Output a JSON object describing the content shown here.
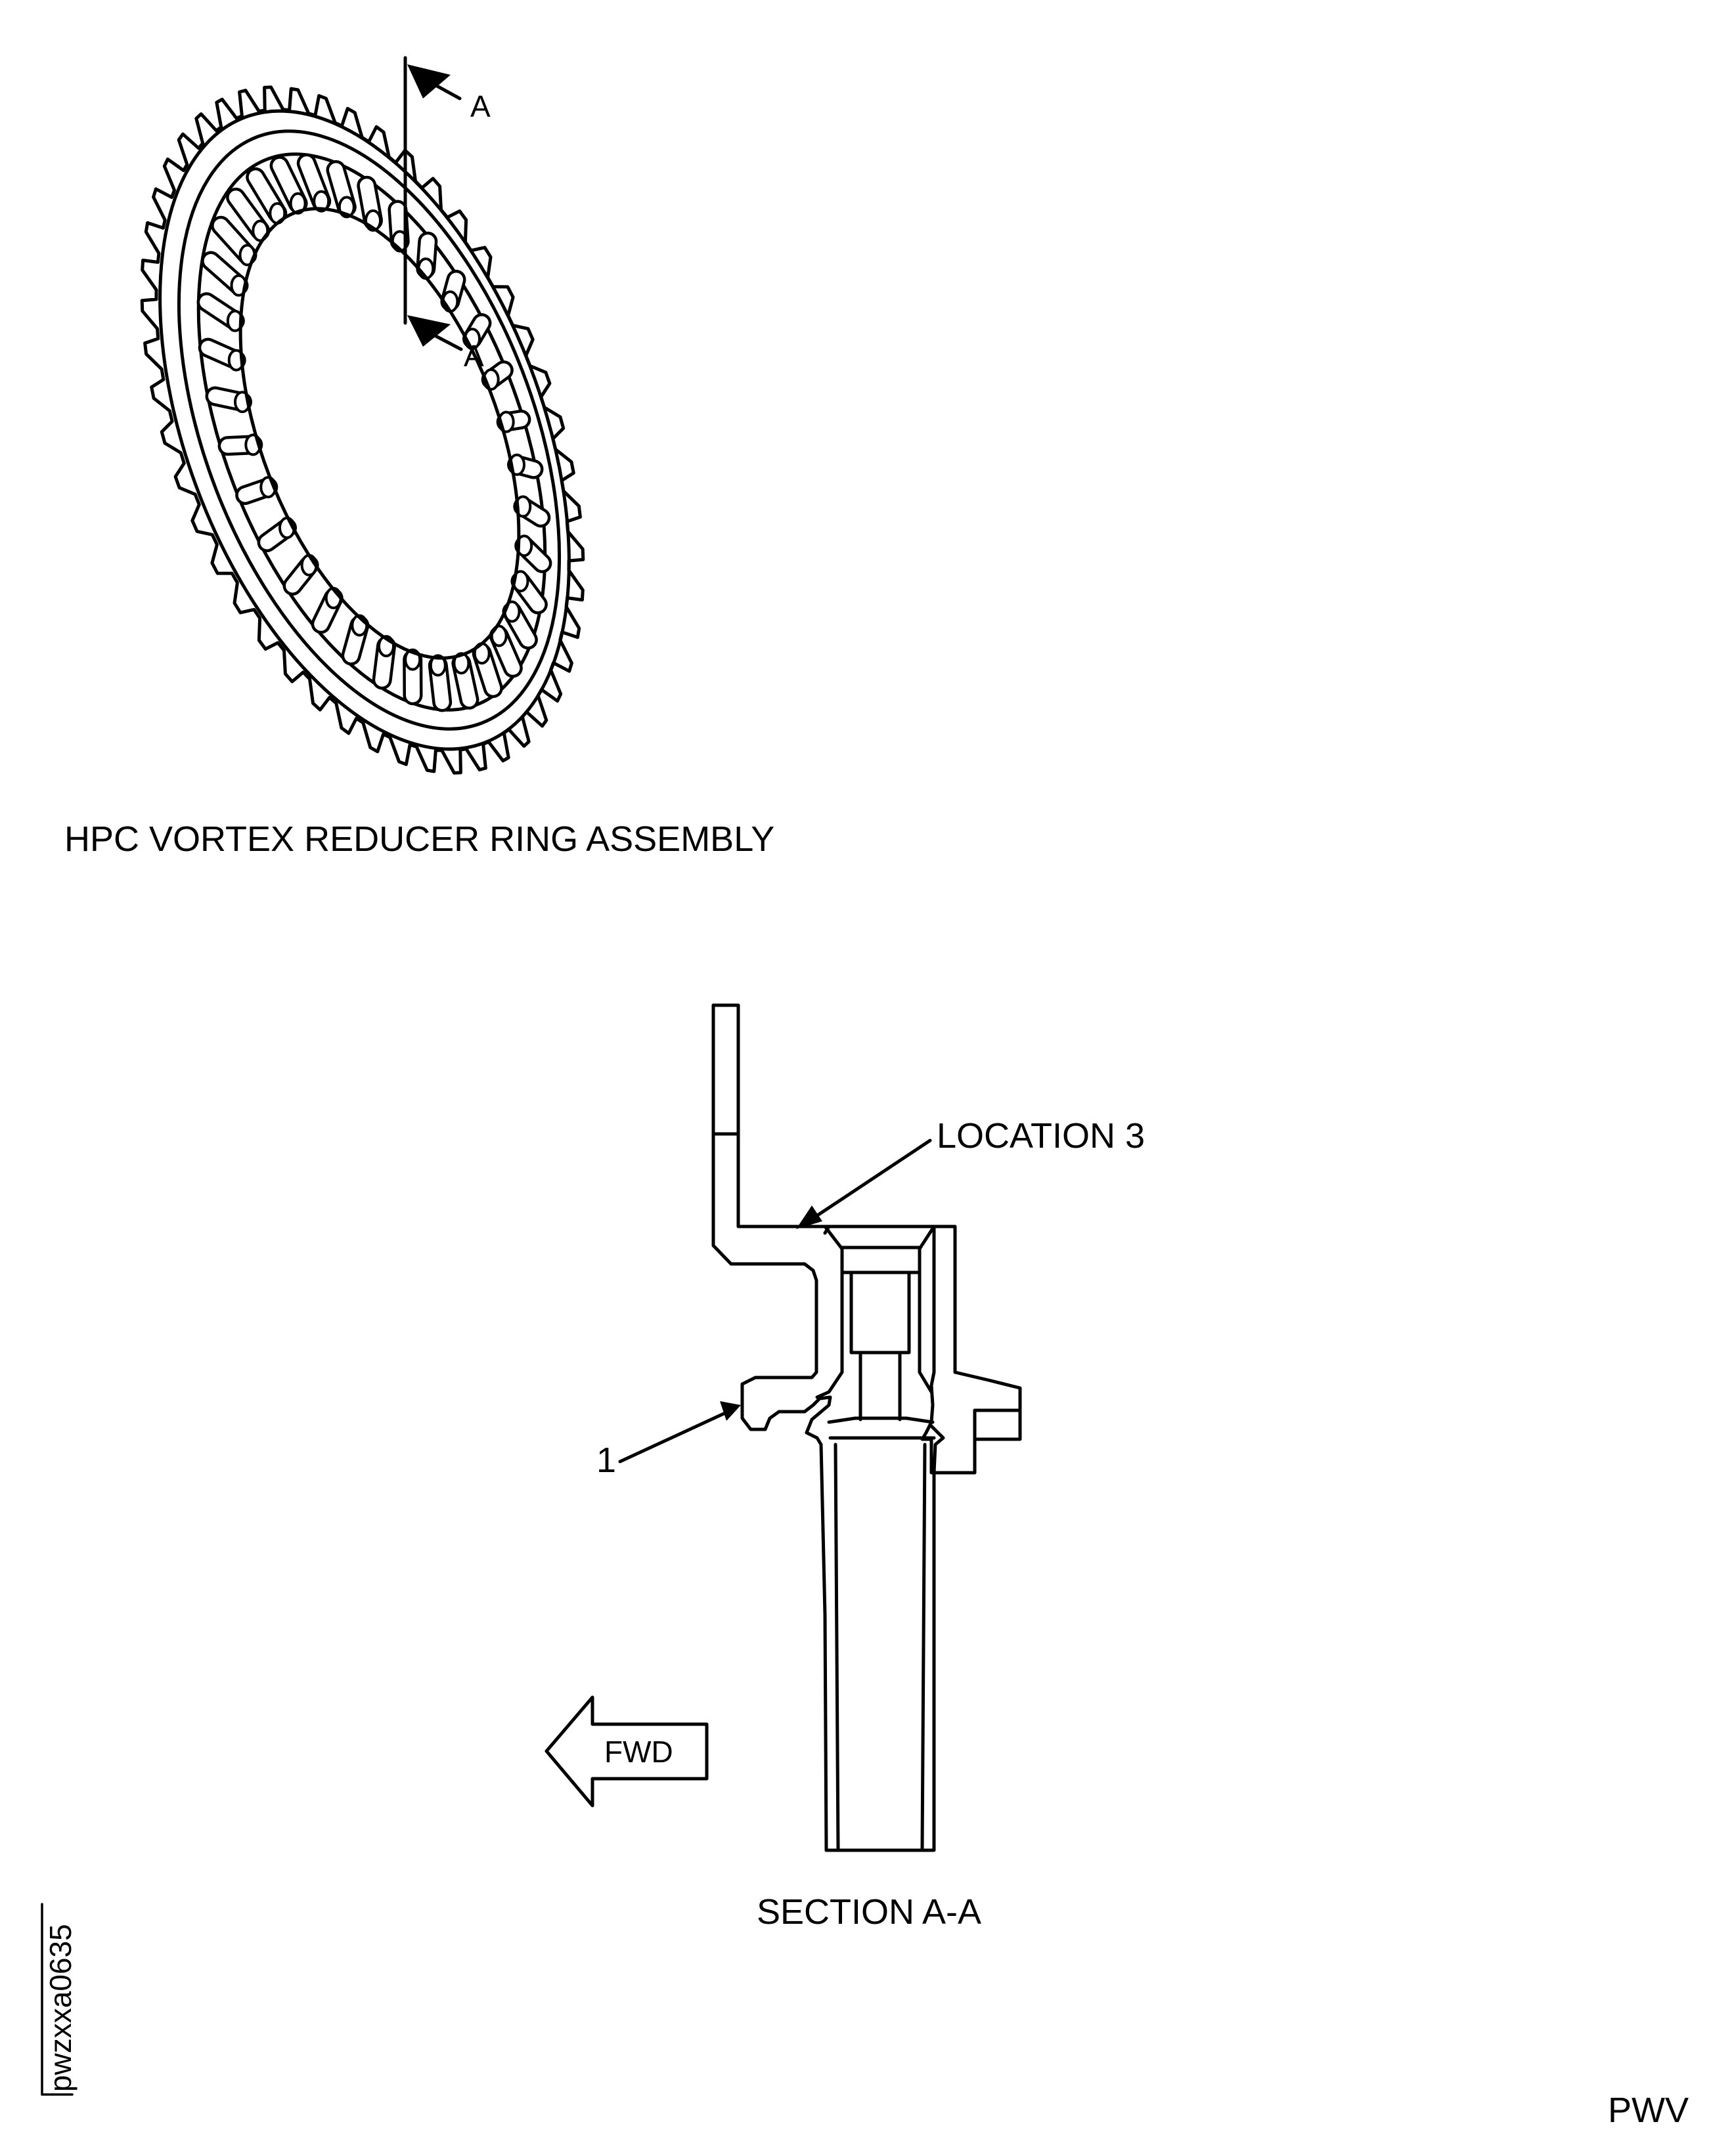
{
  "labels": {
    "cut_top": "A",
    "cut_bottom": "A",
    "assembly_title": "HPC VORTEX REDUCER RING ASSEMBLY",
    "location": "LOCATION 3",
    "item": "1",
    "direction": "FWD",
    "section_title": "SECTION A-A",
    "figure_id": "pwzxxa0635",
    "footer_code": "PWV"
  },
  "ring": {
    "pin_count": 34,
    "tooth_count": 48
  },
  "colors": {
    "ink": "#000000",
    "paper": "#ffffff"
  }
}
